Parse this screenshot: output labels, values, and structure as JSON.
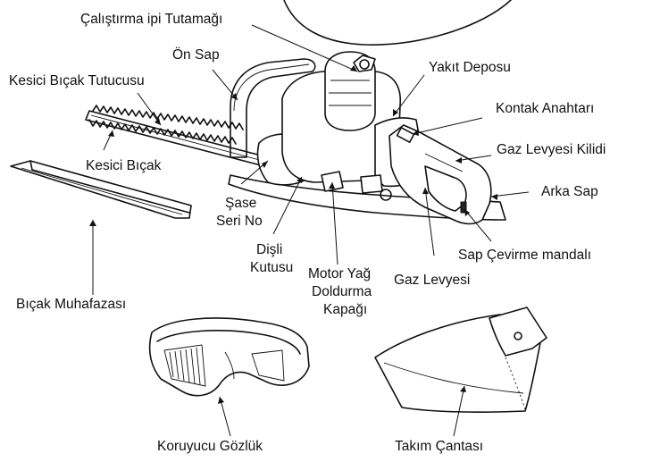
{
  "labels": {
    "starter_grip": "Çalıştırma ipi Tutamağı",
    "front_handle": "Ön Sap",
    "blade_holder": "Kesici Bıçak Tutucusu",
    "fuel_tank": "Yakıt Deposu",
    "ignition_switch": "Kontak Anahtarı",
    "throttle_lock": "Gaz Levyesi Kilidi",
    "cutter_blade": "Kesici Bıçak",
    "rear_handle": "Arka Sap",
    "frame_serial_1": "Şase",
    "frame_serial_2": "Seri No",
    "gear_case_1": "Dişli",
    "gear_case_2": "Kutusu",
    "handle_rotation_lever": "Sap Çevirme mandalı",
    "oil_cap_1": "Motor Yağ",
    "oil_cap_2": "Doldurma",
    "oil_cap_3": "Kapağı",
    "throttle_lever": "Gaz Levyesi",
    "blade_cover": "Bıçak Muhafazası",
    "goggles": "Koruyucu Gözlük",
    "tool_bag": "Takım Çantası"
  }
}
